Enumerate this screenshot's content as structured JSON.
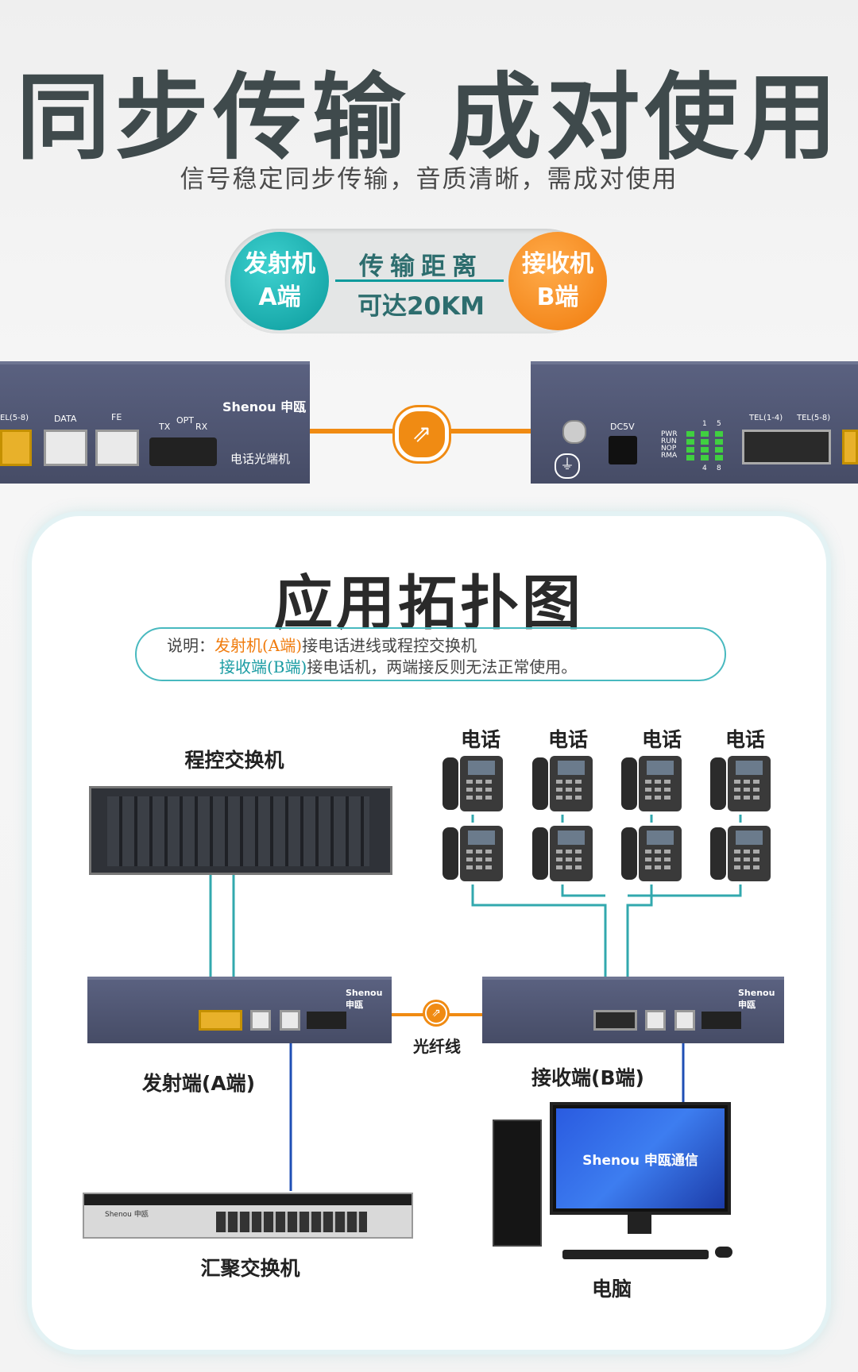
{
  "header": {
    "title": "同步传输 成对使用",
    "subtitle": "信号稳定同步传输，音质清晰，需成对使用"
  },
  "badge": {
    "transmitter_line1": "发射机",
    "transmitter_line2": "A端",
    "distance_line1": "传输距离",
    "distance_line2": "可达20KM",
    "receiver_line1": "接收机",
    "receiver_line2": "B端"
  },
  "hero_devices": {
    "left_ports": [
      "EL(5-8)",
      "DATA",
      "FE",
      "TX",
      "OPT",
      "RX"
    ],
    "brand": "Shenou 申瓯",
    "product": "电话光端机",
    "right_labels": [
      "DC5V",
      "PWR",
      "RUN",
      "NOP",
      "RMA",
      "TEL(1-4)",
      "TEL(5-8)",
      "1",
      "5",
      "4",
      "8"
    ]
  },
  "topology": {
    "title": "应用拓扑图",
    "note_prefix": "说明：",
    "note_line1_highlight": "发射机(A端)",
    "note_line1_rest": "接电话进线或程控交换机",
    "note_line2_highlight": "接收端(B端)",
    "note_line2_rest": "接电话机，两端接反则无法正常使用。",
    "pbx_label": "程控交换机",
    "phone_labels": [
      "电话",
      "电话",
      "电话",
      "电话"
    ],
    "transmitter_label": "发射端(A端)",
    "receiver_label": "接收端(B端)",
    "fiber_label": "光纤线",
    "switch_label": "汇聚交换机",
    "pc_label": "电脑",
    "monitor_text": "Shenou 申瓯通信",
    "device_brand": "Shenou 申瓯"
  },
  "colors": {
    "teal": "#0a9a9c",
    "orange": "#f07b0c",
    "device_body": "#4f5672",
    "fiber": "#f08b13",
    "phone_line": "#32a8ae",
    "network_line": "#1f4fb5"
  }
}
